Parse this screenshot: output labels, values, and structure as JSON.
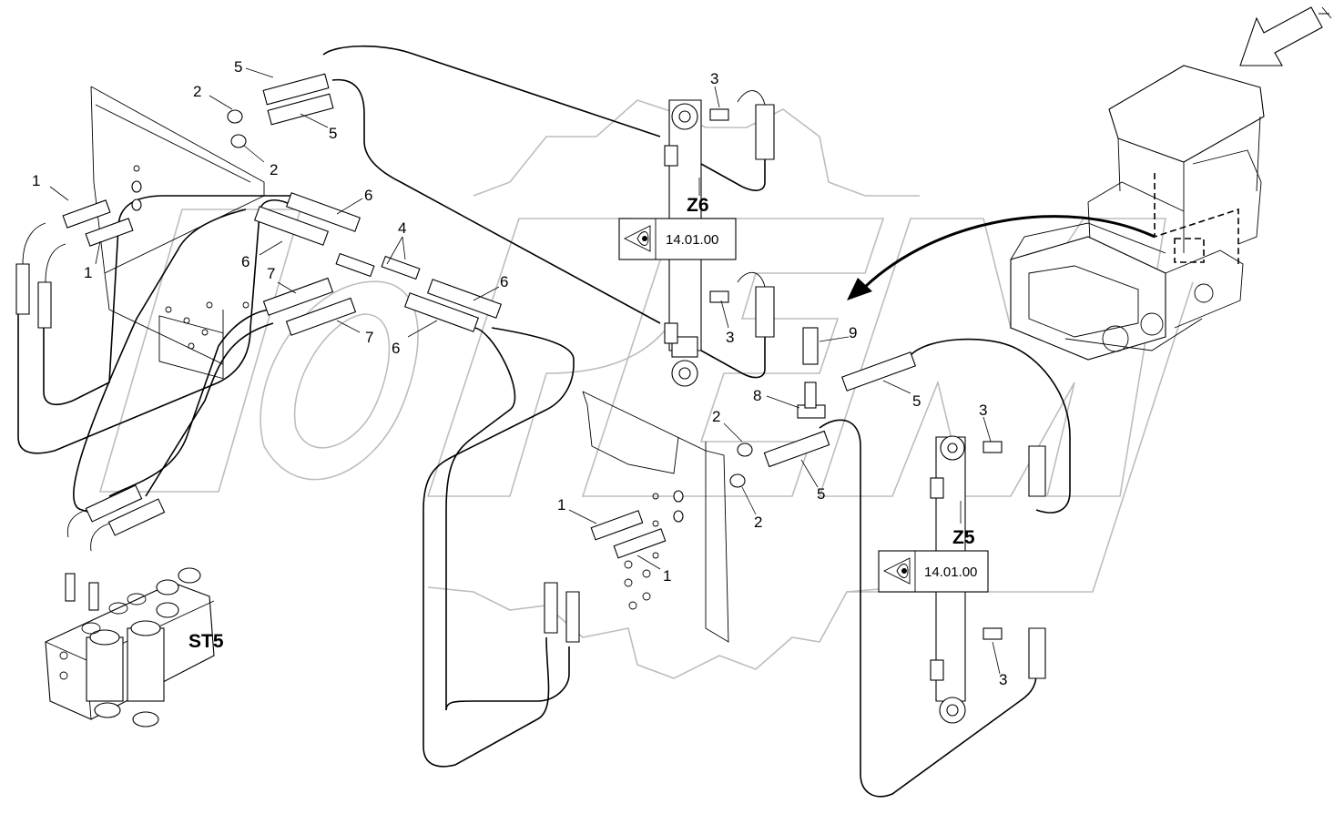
{
  "callouts": {
    "c1_a": "1",
    "c1_b": "1",
    "c1_c": "1",
    "c1_d": "1",
    "c2_a": "2",
    "c2_b": "2",
    "c2_c": "2",
    "c2_d": "2",
    "c3_a": "3",
    "c3_b": "3",
    "c3_c": "3",
    "c3_d": "3",
    "c4": "4",
    "c5_a": "5",
    "c5_b": "5",
    "c5_c": "5",
    "c5_d": "5",
    "c6_a": "6",
    "c6_b": "6",
    "c6_c": "6",
    "c6_d": "6",
    "c7_a": "7",
    "c7_b": "7",
    "c8": "8",
    "c9": "9"
  },
  "zones": {
    "z6": "Z6",
    "z5": "Z5",
    "st5": "ST5"
  },
  "references": {
    "ref_z6": "14.01.00",
    "ref_z5": "14.01.00"
  },
  "icons": [
    "view-eye-icon",
    "view-direction-arrow-icon",
    "curved-arrow-icon",
    "paver-machine-icon",
    "watermark-logo"
  ],
  "colors": {
    "line": "#000000",
    "watermark": "#bdbdbd",
    "background": "#ffffff"
  }
}
